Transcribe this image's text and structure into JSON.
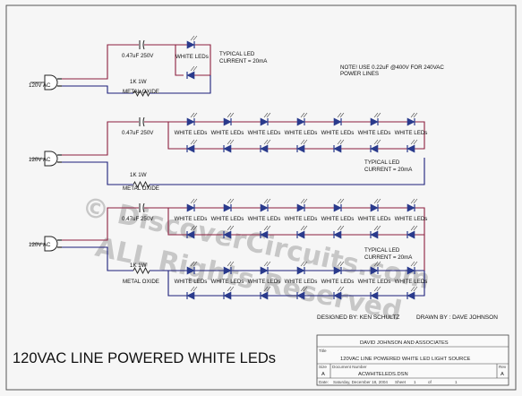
{
  "watermark": {
    "line1": "© DiscoverCircuits.com",
    "line2": "ALL Rights Reserved"
  },
  "circuit1": {
    "ac_label": "120V AC",
    "cap_label": "0.47uF 250V",
    "res_label": "1K 1W",
    "res_type": "METAL OXIDE",
    "led_label": "WHITE LEDs",
    "typical_line1": "TYPICAL LED",
    "typical_line2": "CURRENT = 20mA"
  },
  "note": {
    "line1": "NOTE! USE 0.22uF @400V FOR 240VAC",
    "line2": "POWER LINES"
  },
  "circuit2": {
    "ac_label": "120V AC",
    "cap_label": "0.47uF 250V",
    "res_label": "1K 1W",
    "res_type": "METAL OXIDE",
    "led_label": "WHITE LEDs",
    "typical_line1": "TYPICAL LED",
    "typical_line2": "CURRENT = 20mA"
  },
  "circuit3": {
    "ac_label": "120V AC",
    "cap_label": "0.47uF 250V",
    "res_label": "1K 1W",
    "res_type": "METAL OXIDE",
    "led_label": "WHITE LEDs",
    "typical_line1": "TYPICAL LED",
    "typical_line2": "CURRENT = 20mA"
  },
  "credits": {
    "designed": "DESIGNED BY: KEN SCHULTZ",
    "drawn": "DRAWN BY : DAVE JOHNSON"
  },
  "title_block": {
    "company": "DAVID JOHNSON AND ASSOCIATES",
    "title_caption": "Title",
    "title": "120VAC LINE POWERED WHITE LED LIGHT SOURCE",
    "size_caption": "Size",
    "size": "A",
    "docnum_caption": "Document Number",
    "docnum": "ACWHITELEDS.DSN",
    "rev_caption": "Rev",
    "rev": "A",
    "date_caption": "Date:",
    "date": "Saturday, December 18, 2004",
    "sheet_caption": "Sheet",
    "sheet": "1",
    "of_caption": "of",
    "sheets": "1"
  },
  "main_title": "120VAC LINE POWERED WHITE LEDs",
  "colors": {
    "wire_red": "#8c1f3f",
    "wire_blue": "#1c1f7a",
    "led_blue": "#2a3a8c"
  }
}
